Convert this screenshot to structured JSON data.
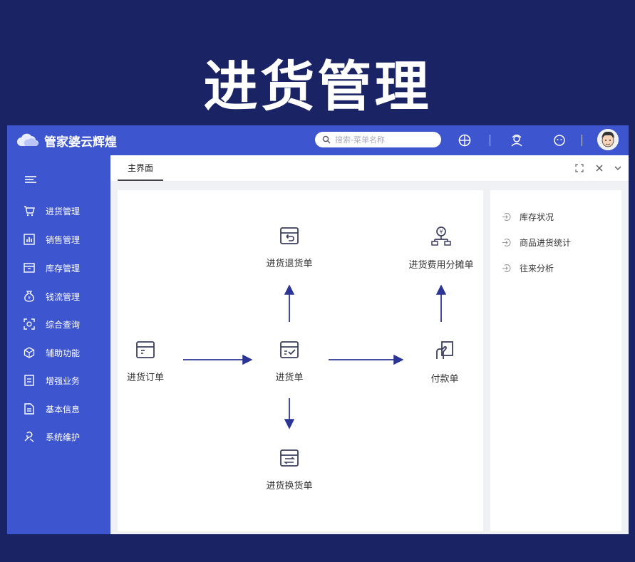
{
  "banner": {
    "title": "进货管理"
  },
  "app": {
    "logo_text": "管家婆云辉煌",
    "search": {
      "placeholder": "搜索-菜单名称"
    }
  },
  "sidebar": {
    "items": [
      {
        "label": "进货管理",
        "icon": "cart-icon"
      },
      {
        "label": "销售管理",
        "icon": "sales-chart-icon"
      },
      {
        "label": "库存管理",
        "icon": "inventory-box-icon"
      },
      {
        "label": "钱流管理",
        "icon": "money-bag-icon"
      },
      {
        "label": "综合查询",
        "icon": "query-scan-icon"
      },
      {
        "label": "辅助功能",
        "icon": "cube-icon"
      },
      {
        "label": "增强业务",
        "icon": "document-icon"
      },
      {
        "label": "基本信息",
        "icon": "info-doc-icon"
      },
      {
        "label": "系统维护",
        "icon": "maintenance-icon"
      }
    ]
  },
  "tabs": [
    {
      "label": "主界面"
    }
  ],
  "flow": {
    "purchase_return": "进货退货单",
    "expense_allocation": "进货费用分摊单",
    "purchase_order": "进货订单",
    "purchase_receipt": "进货单",
    "payment": "付款单",
    "purchase_exchange": "进货换货单"
  },
  "side_links": [
    {
      "label": "库存状况"
    },
    {
      "label": "商品进货统计"
    },
    {
      "label": "往来分析"
    }
  ],
  "colors": {
    "background": "#1a2364",
    "brand_blue": "#3d55cf",
    "arrow": "#2c3595",
    "icon_dark": "#3b3f5c"
  }
}
